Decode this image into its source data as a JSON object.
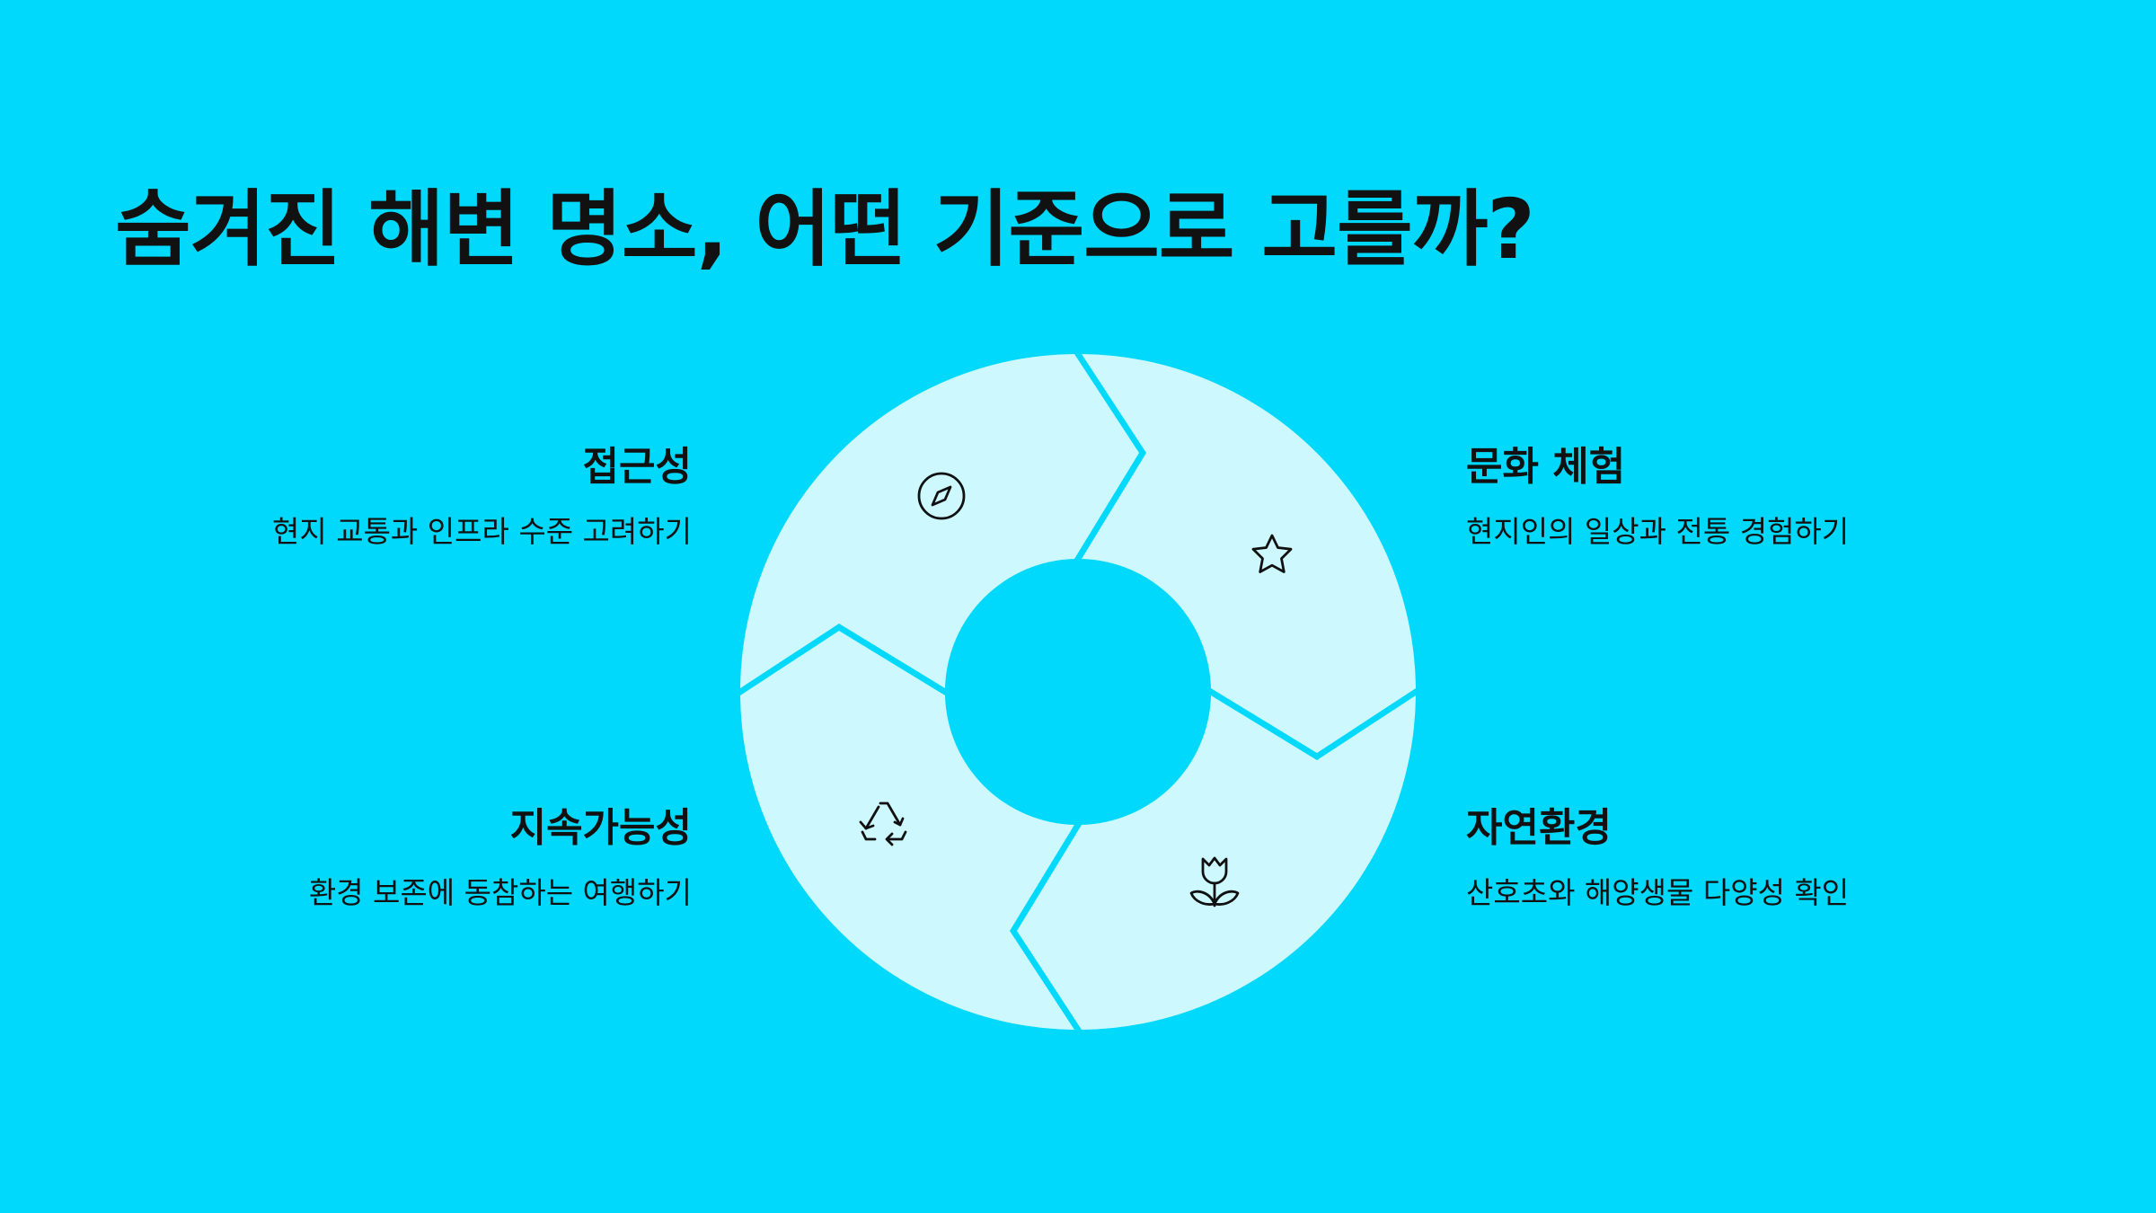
{
  "title": "숨겨진 해변 명소, 어떤 기준으로 고를까?",
  "colors": {
    "background": "#00d9fc",
    "segment": "#cdf8fe",
    "text": "#111111"
  },
  "items": [
    {
      "id": "access",
      "title": "접근성",
      "desc": "현지 교통과 인프라 수준 고려하기",
      "icon": "compass-icon"
    },
    {
      "id": "culture",
      "title": "문화 체험",
      "desc": "현지인의 일상과 전통 경험하기",
      "icon": "star-icon"
    },
    {
      "id": "nature",
      "title": "자연환경",
      "desc": "산호초와 해양생물 다양성 확인",
      "icon": "tulip-icon"
    },
    {
      "id": "sustain",
      "title": "지속가능성",
      "desc": "환경 보존에 동참하는 여행하기",
      "icon": "recycle-icon"
    }
  ]
}
